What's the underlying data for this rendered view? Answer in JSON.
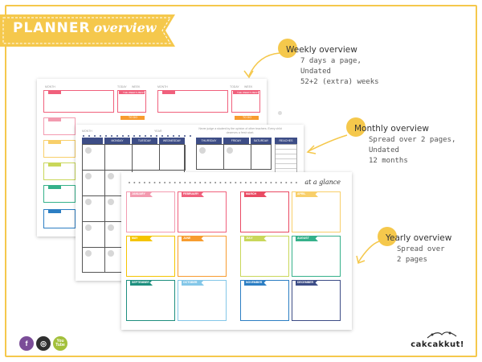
{
  "banner": {
    "word1": "PLANNER",
    "word2": "overview"
  },
  "colors": {
    "accent": "#f5c84c",
    "navy": "#3d4d86"
  },
  "callouts": {
    "weekly": {
      "title": "Weekly overview",
      "lines": [
        "7 days a page,",
        "Undated",
        "52+2 (extra) weeks"
      ]
    },
    "monthly": {
      "title": "Monthly overview",
      "lines": [
        "Spread over 2 pages,",
        "Undated",
        "12 months"
      ]
    },
    "yearly": {
      "title": "Yearly overview",
      "lines": [
        "Spread over",
        "2 pages"
      ]
    }
  },
  "weekly_page": {
    "labels": {
      "month": "MONTH",
      "today": "TODAY",
      "week": "WEEK"
    },
    "weeks_box": "THE WEEK'S BEST",
    "todo": "TO DO"
  },
  "monthly_page": {
    "labels": {
      "month": "MONTH",
      "year": "YEAR"
    },
    "quote": "Never judge a student by the opinion of other teachers. Every child deserves a fresh start.",
    "days": [
      "MONDAY",
      "TUESDAY",
      "WEDNESDAY",
      "THURSDAY",
      "FRIDAY",
      "SATURDAY"
    ],
    "notes": "REACHES"
  },
  "yearly_page": {
    "title": "at a glance",
    "months": [
      "JANUARY",
      "FEBRUARY",
      "MARCH",
      "APRIL",
      "MAY",
      "JUNE",
      "JULY",
      "AUGUST",
      "SEPTEMBER",
      "OCTOBER",
      "NOVEMBER",
      "DECEMBER"
    ],
    "month_colors": [
      "#f39bb0",
      "#f0607c",
      "#e94a63",
      "#f8cf6a",
      "#f5c400",
      "#f79c2f",
      "#c9d75a",
      "#35b18a",
      "#1e8f7e",
      "#84c7e8",
      "#2c7ec3",
      "#3d4d86"
    ]
  },
  "social": [
    {
      "name": "facebook-icon",
      "glyph": "f",
      "color": "#7b4d98"
    },
    {
      "name": "instagram-icon",
      "glyph": "◎",
      "color": "#2f2f2f"
    },
    {
      "name": "youtube-icon",
      "glyph": "You Tube",
      "color": "#a3c03b"
    }
  ],
  "brand": "cakcakkut!"
}
